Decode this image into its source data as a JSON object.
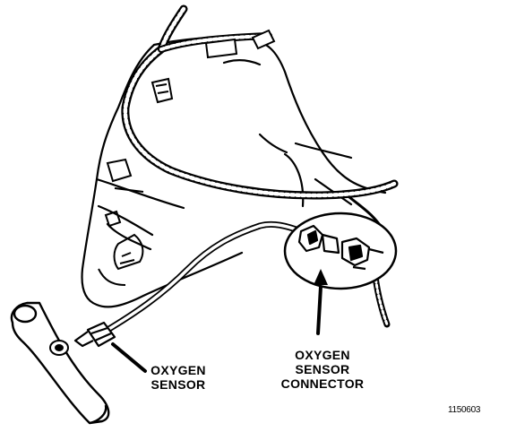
{
  "labels": {
    "oxygen_sensor": [
      "OXYGEN",
      "SENSOR"
    ],
    "oxygen_sensor_connector": [
      "OXYGEN",
      "SENSOR",
      "CONNECTOR"
    ]
  },
  "figure_number": "1150603",
  "colors": {
    "ink": "#000000",
    "paper": "#ffffff"
  }
}
